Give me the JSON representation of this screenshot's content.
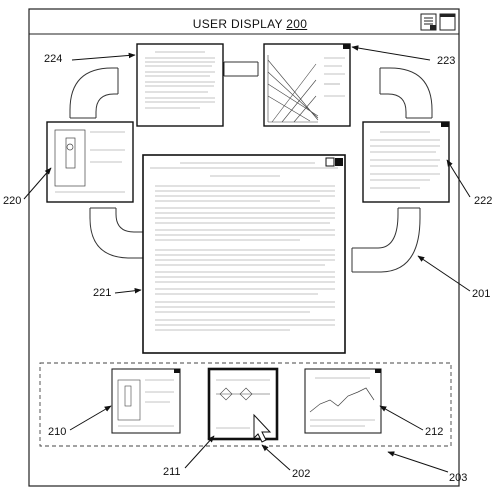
{
  "display": {
    "title": "USER DISPLAY",
    "title_ref": "200"
  },
  "labels": {
    "l224": "224",
    "l223": "223",
    "l220": "220",
    "l222": "222",
    "l221": "221",
    "l201": "201",
    "l210": "210",
    "l212": "212",
    "l211": "211",
    "l202": "202",
    "l203": "203"
  },
  "icons": [
    "list-view-icon",
    "single-view-icon",
    "cursor-arrow-icon"
  ]
}
